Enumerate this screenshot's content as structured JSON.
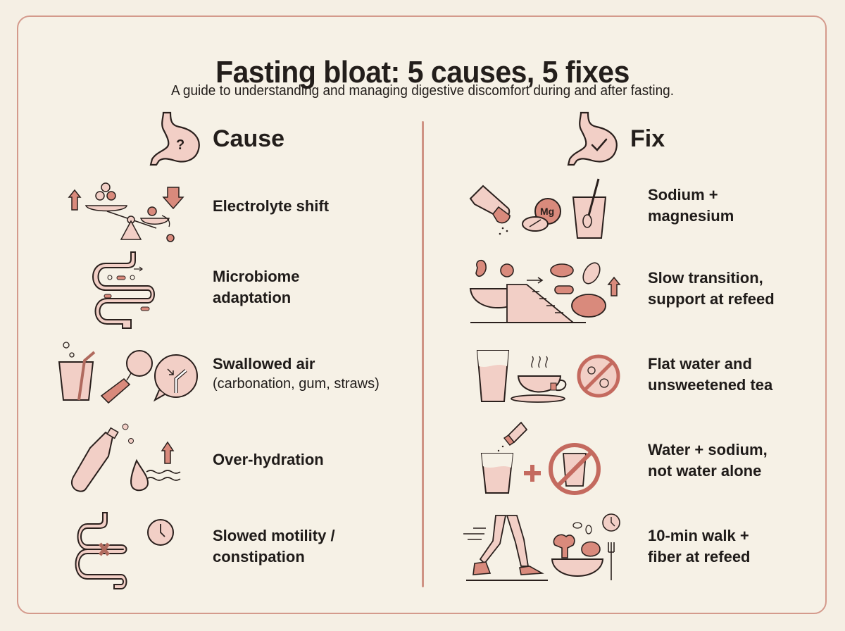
{
  "header": {
    "title": "Fasting bloat: 5 causes, 5 fixes",
    "subtitle": "A guide to understanding and managing digestive discomfort during and after fasting."
  },
  "columns": {
    "cause": {
      "label": "Cause",
      "icon": "stomach-question-icon"
    },
    "fix": {
      "label": "Fix",
      "icon": "stomach-check-icon"
    }
  },
  "causes": [
    {
      "title": "Electrolyte shift",
      "detail": "",
      "icon": "electrolyte-balance-scale-icon"
    },
    {
      "title": "Microbiome",
      "title2": "adaptation",
      "icon": "intestine-bacteria-icon"
    },
    {
      "title": "Swallowed air",
      "detail": "(carbonation, gum, straws)",
      "icon": "soda-gum-straw-icon"
    },
    {
      "title": "Over-hydration",
      "detail": "",
      "icon": "water-bottle-drop-icon"
    },
    {
      "title": "Slowed motility /",
      "title2": "constipation",
      "icon": "intestine-knot-clock-icon"
    }
  ],
  "fixes": [
    {
      "title": "Sodium +",
      "title2": "magnesium",
      "icon": "salt-magnesium-glass-icon"
    },
    {
      "title": "Slow transition,",
      "title2": "support at refeed",
      "icon": "food-ramp-bacteria-icon"
    },
    {
      "title": "Flat water and",
      "title2": "unsweetened tea",
      "icon": "water-tea-no-bubbles-icon"
    },
    {
      "title": "Water + sodium,",
      "title2": "not water alone",
      "icon": "salted-water-no-plain-water-icon"
    },
    {
      "title": "10-min walk +",
      "title2": "fiber at refeed",
      "icon": "walk-fiber-bowl-icon"
    }
  ],
  "icon_labels": {
    "mg": "Mg",
    "question": "?"
  },
  "colors": {
    "background": "#f5efe4",
    "frame_border": "#d49a8c",
    "icon_fill": "#f2cfc6",
    "icon_accent": "#d98a7c",
    "icon_stroke": "#2a201d",
    "text": "#1f1b19"
  }
}
